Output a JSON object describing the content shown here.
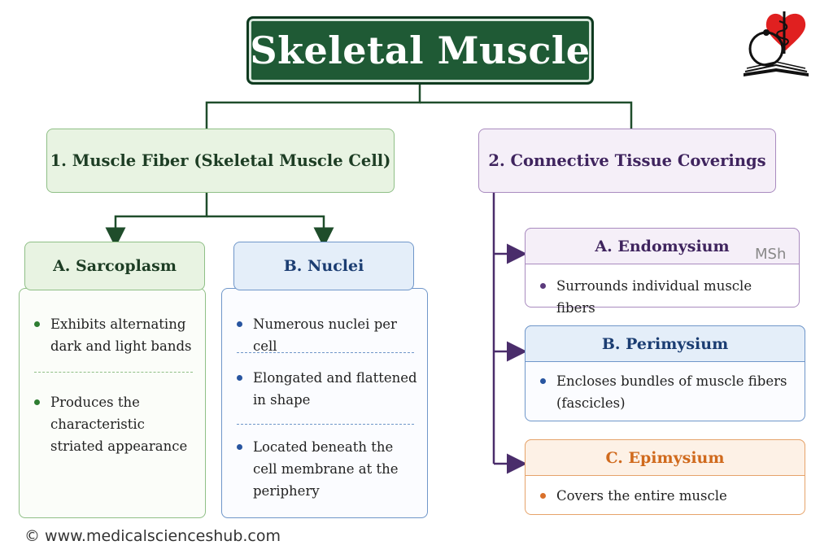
{
  "title": "Skeletal Muscle",
  "sections": {
    "muscle_fiber": {
      "label": "1. Muscle Fiber (Skeletal Muscle Cell)",
      "sarcoplasm": {
        "label": "A. Sarcoplasm",
        "items": [
          "Exhibits alternating dark and light bands",
          "Produces the characteristic striated appearance"
        ]
      },
      "nuclei": {
        "label": "B. Nuclei",
        "items": [
          "Numerous nuclei per cell",
          "Elongated and flattened in shape",
          "Located beneath the cell membrane at the periphery"
        ]
      }
    },
    "connective": {
      "label": "2. Connective Tissue Coverings",
      "endomysium": {
        "label": "A. Endomysium",
        "items": [
          "Surrounds individual muscle fibers"
        ]
      },
      "perimysium": {
        "label": "B. Perimysium",
        "items": [
          "Encloses bundles of muscle fibers (fascicles)"
        ]
      },
      "epimysium": {
        "label": "C. Epimysium",
        "items": [
          "Covers the entire muscle"
        ]
      }
    }
  },
  "watermark": "MSh",
  "footer": "© www.medicalscienceshub.com",
  "colors": {
    "title_bg": "#1f5a35",
    "green": "#2e7d32",
    "blue": "#2855a0",
    "purple": "#5b3a7c",
    "orange": "#d9702a"
  },
  "logo": "heart-stethoscope-book-icon"
}
